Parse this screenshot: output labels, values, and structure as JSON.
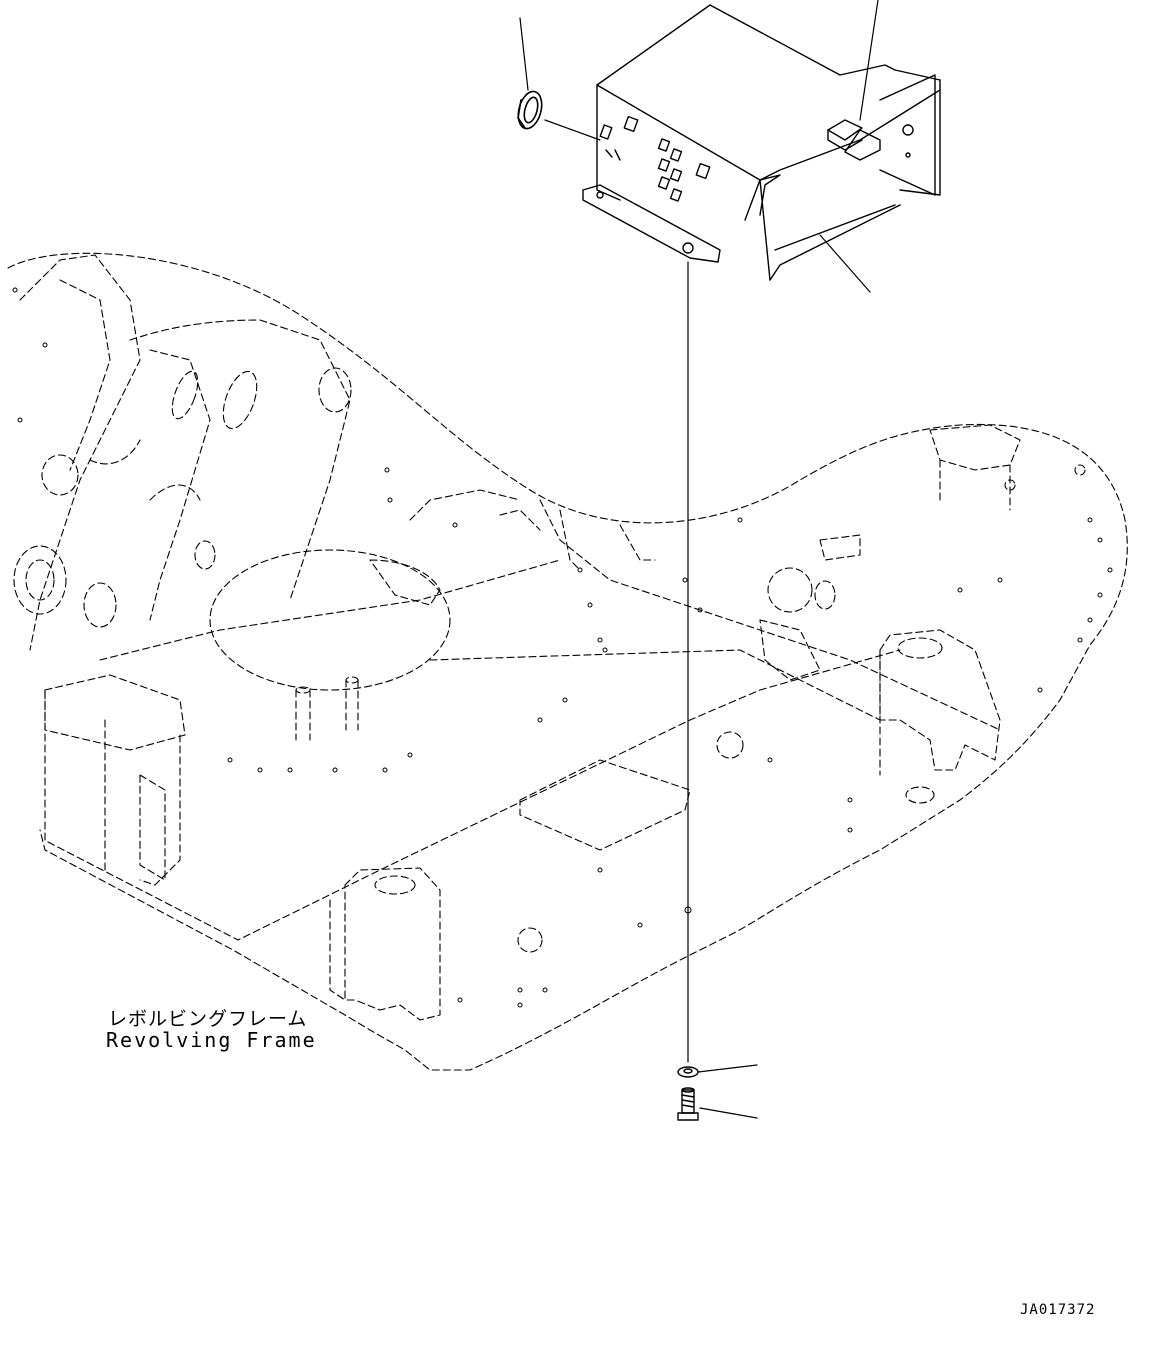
{
  "labels": {
    "part_name_jp": "レボルビングフレーム",
    "part_name_en": "Revolving Frame",
    "drawing_code": "JA017372"
  },
  "colors": {
    "line": "#000000",
    "background": "#ffffff"
  },
  "icons": {
    "grommet": "grommet-icon",
    "box": "electrical-box-icon",
    "washer": "washer-icon",
    "bolt": "bolt-icon"
  }
}
